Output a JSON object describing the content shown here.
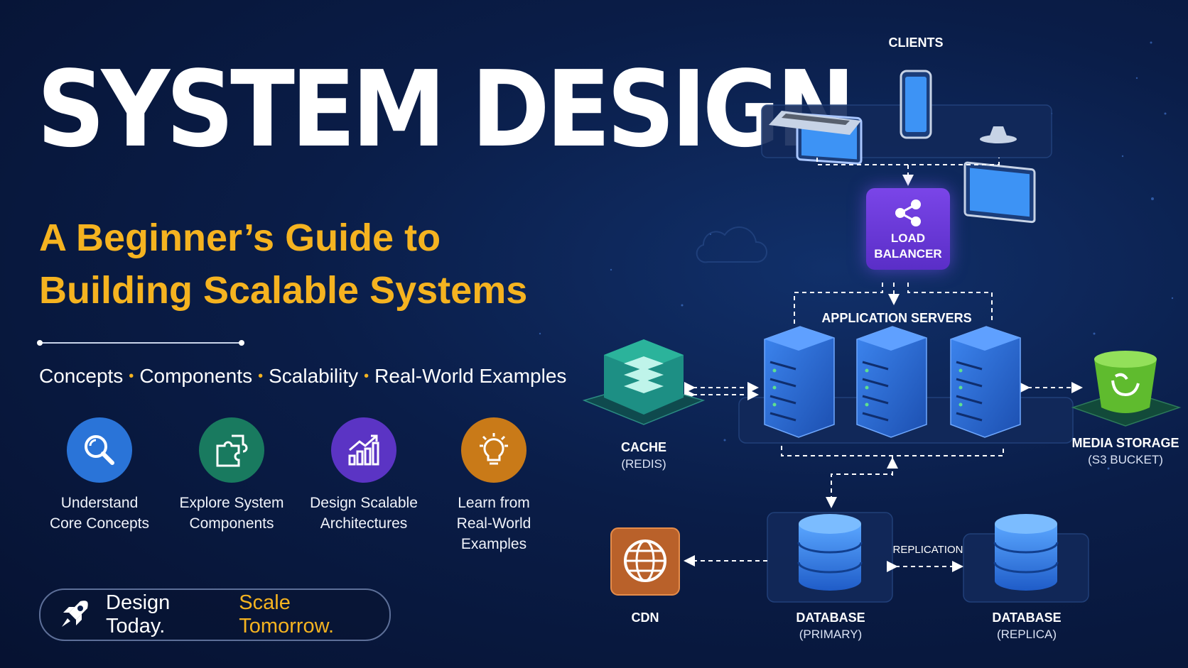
{
  "hero": {
    "title": "SYSTEM DESIGN",
    "subtitle_line1": "A Beginner’s Guide to",
    "subtitle_line2": "Building Scalable Systems",
    "tagline": [
      "Concepts",
      "Components",
      "Scalability",
      "Real-World Examples"
    ],
    "tagline_separator": "•"
  },
  "features": [
    {
      "icon": "magnifier-icon",
      "color": "#2a74d8",
      "line1": "Understand",
      "line2": "Core Concepts",
      "line3": ""
    },
    {
      "icon": "puzzle-icon",
      "color": "#197a5f",
      "line1": "Explore System",
      "line2": "Components",
      "line3": ""
    },
    {
      "icon": "growth-chart-icon",
      "color": "#5b34c4",
      "line1": "Design Scalable",
      "line2": "Architectures",
      "line3": ""
    },
    {
      "icon": "lightbulb-icon",
      "color": "#c97a18",
      "line1": "Learn from",
      "line2": "Real-World",
      "line3": "Examples"
    }
  ],
  "motto": {
    "part1": "Design Today.",
    "part2": "Scale Tomorrow.",
    "icon": "rocket-icon"
  },
  "diagram": {
    "clients": "CLIENTS",
    "load_balancer_line1": "LOAD",
    "load_balancer_line2": "BALANCER",
    "app_servers": "APPLICATION SERVERS",
    "cache": "CACHE",
    "cache_sub": "(REDIS)",
    "media_storage": "MEDIA STORAGE",
    "media_storage_sub": "(S3 BUCKET)",
    "cdn": "CDN",
    "db_primary": "DATABASE",
    "db_primary_sub": "(PRIMARY)",
    "replication": "REPLICATION",
    "db_replica": "DATABASE",
    "db_replica_sub": "(REPLICA)"
  },
  "colors": {
    "accent": "#f5b320",
    "background": "#0a1d48",
    "server_blue": "#2f6fd8",
    "load_balancer": "#6a3bdd",
    "cache_teal": "#2bb39b",
    "storage_green": "#5fbb2e",
    "cdn_orange": "#b9612a"
  }
}
